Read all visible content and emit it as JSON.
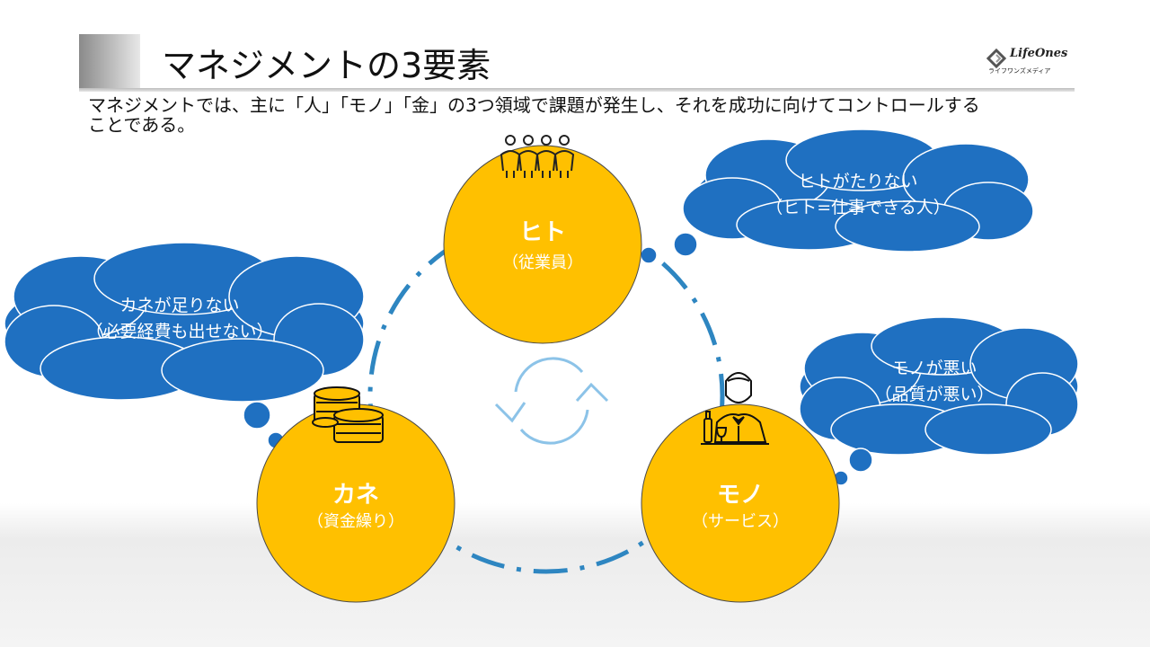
{
  "header": {
    "title": "マネジメントの3要素",
    "logo": {
      "name": "LifeOnes",
      "sub": "ライフワンズメディア"
    }
  },
  "intro": {
    "line1": "マネジメントでは、主に「人」「モノ」「金」の3つ領域で課題が発生し、それを成功に向けてコントロールする",
    "line2": "ことである。"
  },
  "diagram": {
    "colors": {
      "circle": "#FFC000",
      "circle_border": "#4a4a4a",
      "cloud": "#1F70C1",
      "cycle_line": "#2E86C1",
      "refresh_icon": "#8CC3E8"
    },
    "nodes": [
      {
        "id": "hito",
        "title": "ヒト",
        "subtitle": "（従業員）",
        "icon": "people-group-icon"
      },
      {
        "id": "kane",
        "title": "カネ",
        "subtitle": "（資金繰り）",
        "icon": "coin-stack-icon"
      },
      {
        "id": "mono",
        "title": "モノ",
        "subtitle": "（サービス）",
        "icon": "waiter-service-icon"
      }
    ],
    "clouds": [
      {
        "id": "hito-problem",
        "line1": "ヒトがたりない",
        "line2": "（ヒト=仕事できる人）"
      },
      {
        "id": "kane-problem",
        "line1": "カネが足りない",
        "line2": "（必要経費も出せない）"
      },
      {
        "id": "mono-problem",
        "line1": "モノが悪い",
        "line2": "（品質が悪い）"
      }
    ],
    "center_icon": "refresh-cycle-icon"
  }
}
